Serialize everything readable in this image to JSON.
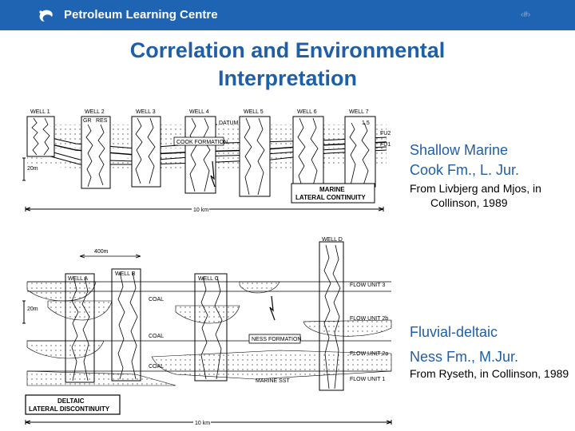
{
  "header": {
    "brand": "Petroleum Learning Centre",
    "page_number": "‹#›",
    "logo_icon": "swirl-logo-icon",
    "bar_color": "#1f63b3"
  },
  "title": {
    "line1": "Correlation and Environmental",
    "line2": "Interpretation",
    "color": "#1f5fa8"
  },
  "section1": {
    "heading_line1": "Shallow Marine",
    "heading_line2": "Cook Fm., L. Jur.",
    "source": "From Livbjerg and Mjos, in Collinson, 1989"
  },
  "section2": {
    "heading_line1": "Fluvial-deltaic",
    "heading_line2": "Ness Fm., M.Jur.",
    "source": "From Ryseth, in Collinson, 1989"
  },
  "figure1": {
    "wells": [
      "WELL 1",
      "WELL 2",
      "WELL 3",
      "WELL 4",
      "WELL 5",
      "WELL 6",
      "WELL 7"
    ],
    "log_labels": [
      "GR",
      "RES"
    ],
    "datum": "DATUM",
    "formation": "COOK FORMATION",
    "flow_units": [
      "FU2",
      "FU1"
    ],
    "well7_value": "1.5",
    "scale_vertical": "20m",
    "scale_horizontal": "10 km",
    "caption_line1": "MARINE",
    "caption_line2": "LATERAL CONTINUITY"
  },
  "figure2": {
    "wells": [
      "WELL A",
      "WELL B",
      "WELL C",
      "WELL D"
    ],
    "distance": "400m",
    "coals": [
      "COAL",
      "COAL",
      "COAL"
    ],
    "formation": "NESS FORMATION",
    "marine_sst": "MARINE SST",
    "flow_units": [
      "FLOW UNIT 3",
      "FLOW UNIT 2b",
      "FLOW UNIT 2a",
      "FLOW UNIT 1"
    ],
    "scale_vertical": "20m",
    "scale_horizontal": "10 km",
    "caption_line1": "DELTAIC",
    "caption_line2": "LATERAL DISCONTINUITY"
  }
}
